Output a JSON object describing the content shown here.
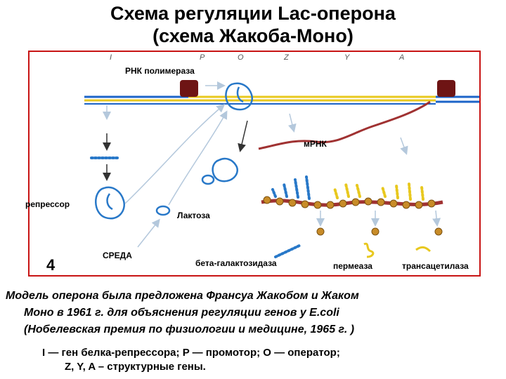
{
  "title": {
    "line1": "Схема регуляции Lac-оперона",
    "line2": "(схема Жакоба-Моно)"
  },
  "diagram": {
    "genes": [
      "I",
      "P",
      "O",
      "Z",
      "Y",
      "A"
    ],
    "labels": {
      "rna_polymerase": "РНК полимераза",
      "mrna": "мРНК",
      "repressor": "репрессор",
      "lactose": "Лактоза",
      "environment": "СРЕДА",
      "beta_galactosidase": "бета-галактозидаза",
      "permease": "пермеаза",
      "transacetylase": "трансацетилаза",
      "figure_number": "4"
    },
    "colors": {
      "dna_blue": "#1c64c8",
      "dna_yellow": "#e8c81e",
      "polymerase": "#6e1414",
      "mrna": "#a03232",
      "protein_blue": "#2878c8",
      "protein_gold": "#c88c28",
      "frame": "#c81414"
    }
  },
  "notes": {
    "line1": "Модель оперона была предложена Франсуа Жакобом и Жаком",
    "line2": "Моно в 1961 г. для объяснения регуляции генов у E.coli",
    "line3": "(Нобелевская премия по физиологии и медицине, 1965 г. )"
  },
  "legend": {
    "line1": "I — ген белка-репрессора; P — промотор; O — оператор;",
    "line2": "Z, Y, A – структурные гены."
  }
}
